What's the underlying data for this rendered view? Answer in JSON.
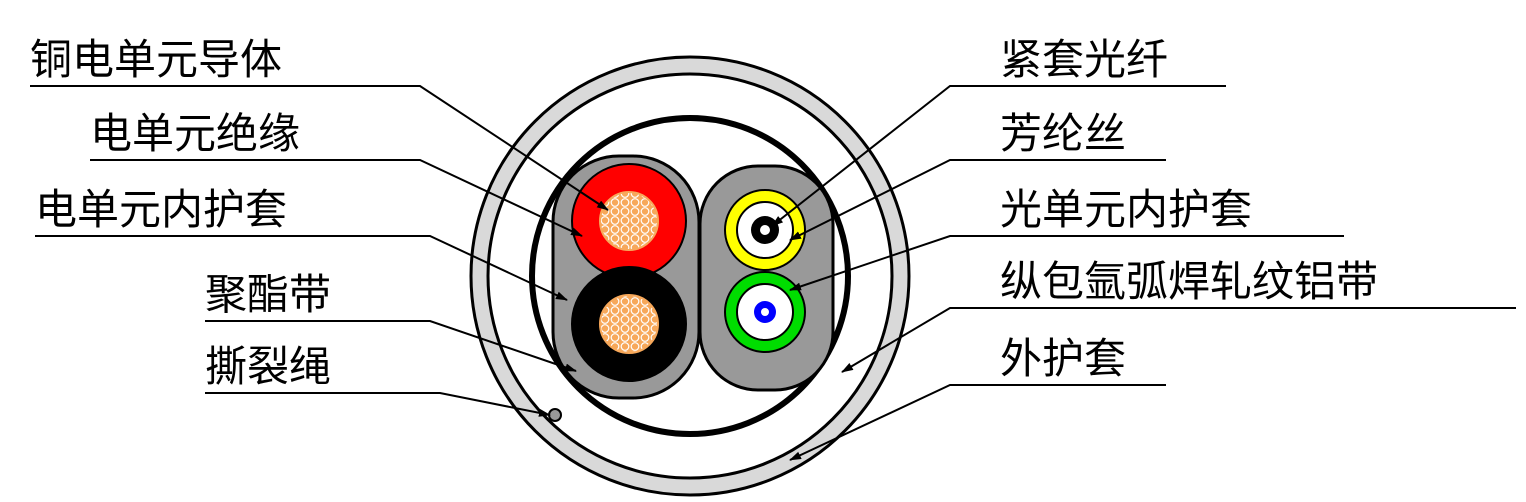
{
  "labels_left": [
    "铜电单元导体",
    "电单元绝缘",
    "电单元内护套",
    "聚酯带",
    "撕裂绳"
  ],
  "labels_right": [
    "紧套光纤",
    "芳纶丝",
    "光单元内护套",
    "纵包氩弧焊轧纹铝带",
    "外护套"
  ],
  "colors": {
    "outer_sheath": "#d9d9d9",
    "inner_jacket": "#999999",
    "conductor_insulation_red": "#ff0000",
    "conductor_insulation_black": "#000000",
    "conductor_copper": "#f7a85a",
    "fiber_yellow": "#ffff00",
    "fiber_green": "#00dd00",
    "fiber_core_blue": "#0000ff",
    "line": "#000000"
  }
}
